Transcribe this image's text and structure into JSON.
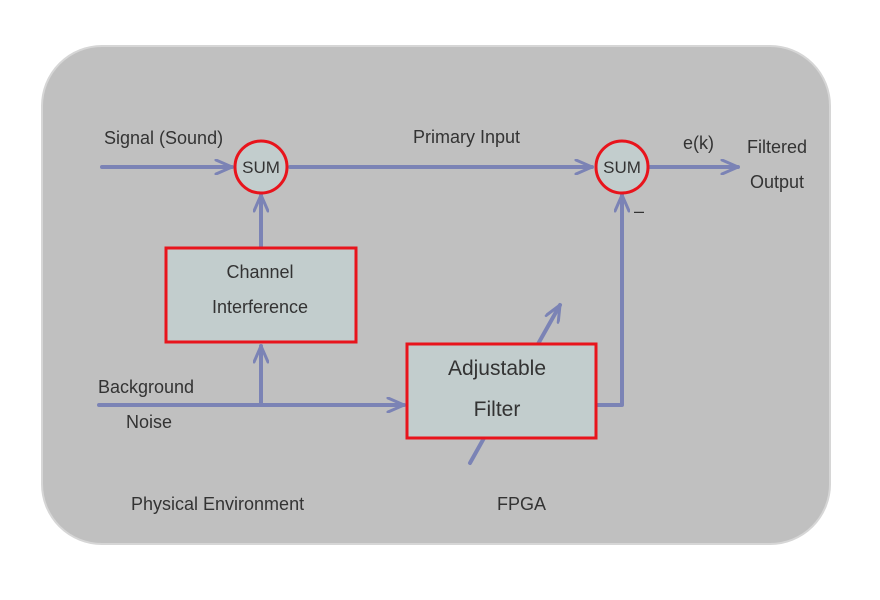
{
  "colors": {
    "background_panel": "#c0c0c0",
    "panel_border": "#d6d6d6",
    "box_fill": "#c2cdcd",
    "box_border": "#e8141c",
    "arrow": "#7b83b5",
    "text": "#333333"
  },
  "labels": {
    "signal_input": "Signal (Sound)",
    "primary_input": "Primary Input",
    "error_signal": "e(k)",
    "filtered_output_line1": "Filtered",
    "filtered_output_line2": "Output",
    "minus_sign": "–",
    "background_noise_line1": "Background",
    "background_noise_line2": "Noise",
    "physical_environment": "Physical Environment",
    "fpga": "FPGA"
  },
  "nodes": {
    "sum_left": "SUM",
    "sum_right": "SUM",
    "channel_interference_line1": "Channel",
    "channel_interference_line2": "Interference",
    "adjustable_filter_line1": "Adjustable",
    "adjustable_filter_line2": "Filter"
  }
}
